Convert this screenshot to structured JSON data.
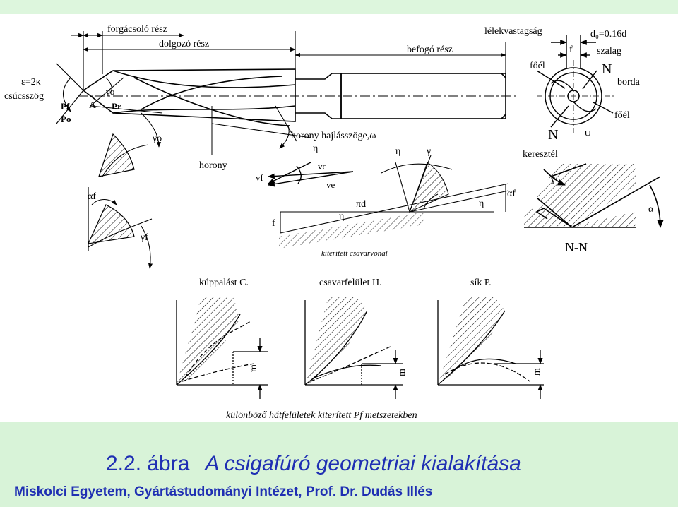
{
  "colors": {
    "top_band": "#ddf6dd",
    "drawing_bg": "#ffffff",
    "footer_bg": "#d8f3d8",
    "caption": "#1f2fb3",
    "ink": "#000000"
  },
  "labels": {
    "forgacsolo": "forgácsoló rész",
    "dolgozo": "dolgozó rész",
    "befogo": "befogó rész",
    "lelek": "lélekvastagság",
    "d0": "d₀=0.16d",
    "szalag": "szalag",
    "epsilon": "ε=2κ",
    "csucsszog": "csúcsszög",
    "horony": "horony",
    "horony_hajlas": "horony hajlásszöge,ω",
    "foel_left": "főél",
    "foel_right": "főél",
    "borda": "borda",
    "keresztel": "keresztél",
    "N_top": "N",
    "N_bottom": "N",
    "NN": "N-N",
    "f_top": "f",
    "f_left": "f",
    "pi_d": "πd",
    "kiteritett": "kiterített csavarvonal",
    "A": "A",
    "Pf": "Pf",
    "Po": "Po",
    "Pr": "Pr",
    "gamma_o": "γo",
    "v_c": "vc",
    "v_e": "ve",
    "v_f": "vf",
    "eta": "η",
    "gamma": "γ",
    "alpha": "α",
    "alpha_f": "αf",
    "gamma_f": "γf",
    "psi": "ψ",
    "m": "m"
  },
  "sections": {
    "kup": "kúppalást C.",
    "csavar": "csavarfelület H.",
    "sik": "sík P."
  },
  "bottom_label": "különböző hátfelületek kiterített Pf metszetekben",
  "caption": {
    "number": "2.2. ábra",
    "title": "A csigafúró geometriai kialakítása"
  },
  "credit": "Miskolci Egyetem, Gyártástudományi Intézet, Prof. Dr. Dudás Illés"
}
